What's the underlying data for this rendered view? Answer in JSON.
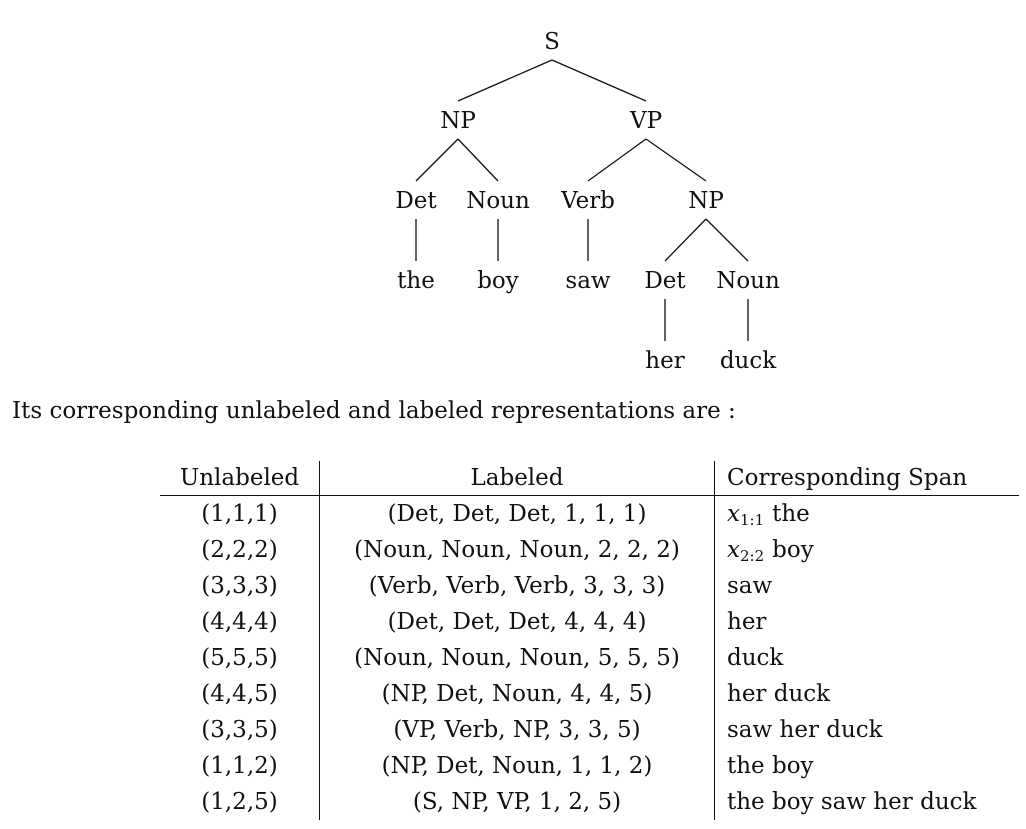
{
  "tree": {
    "nodes": [
      {
        "id": "s",
        "label": "S"
      },
      {
        "id": "np1",
        "label": "NP"
      },
      {
        "id": "vp",
        "label": "VP"
      },
      {
        "id": "det1",
        "label": "Det"
      },
      {
        "id": "noun1",
        "label": "Noun"
      },
      {
        "id": "verb",
        "label": "Verb"
      },
      {
        "id": "np2",
        "label": "NP"
      },
      {
        "id": "w-the",
        "label": "the"
      },
      {
        "id": "w-boy",
        "label": "boy"
      },
      {
        "id": "w-saw",
        "label": "saw"
      },
      {
        "id": "det2",
        "label": "Det"
      },
      {
        "id": "noun2",
        "label": "Noun"
      },
      {
        "id": "w-her",
        "label": "her"
      },
      {
        "id": "w-duck",
        "label": "duck"
      }
    ],
    "edges": [
      [
        "s",
        "np1"
      ],
      [
        "s",
        "vp"
      ],
      [
        "np1",
        "det1"
      ],
      [
        "np1",
        "noun1"
      ],
      [
        "vp",
        "verb"
      ],
      [
        "vp",
        "np2"
      ],
      [
        "det1",
        "w-the"
      ],
      [
        "noun1",
        "w-boy"
      ],
      [
        "verb",
        "w-saw"
      ],
      [
        "np2",
        "det2"
      ],
      [
        "np2",
        "noun2"
      ],
      [
        "det2",
        "w-her"
      ],
      [
        "noun2",
        "w-duck"
      ]
    ]
  },
  "intro_text": "Its corresponding unlabeled and labeled representations are :",
  "table": {
    "headers": [
      "Unlabeled",
      "Labeled",
      "Corresponding Span"
    ],
    "rows": [
      {
        "unlabeled": "(1,1,1)",
        "labeled": "(Det, Det, Det, 1, 1, 1)",
        "span_var": "x",
        "span_sub": "1:1",
        "span": "the"
      },
      {
        "unlabeled": "(2,2,2)",
        "labeled": "(Noun, Noun, Noun, 2, 2, 2)",
        "span_var": "x",
        "span_sub": "2:2",
        "span": "boy"
      },
      {
        "unlabeled": "(3,3,3)",
        "labeled": "(Verb, Verb, Verb, 3, 3, 3)",
        "span": "saw"
      },
      {
        "unlabeled": "(4,4,4)",
        "labeled": "(Det, Det, Det, 4, 4, 4)",
        "span": "her"
      },
      {
        "unlabeled": "(5,5,5)",
        "labeled": "(Noun, Noun, Noun, 5, 5, 5)",
        "span": "duck"
      },
      {
        "unlabeled": "(4,4,5)",
        "labeled": "(NP, Det, Noun, 4, 4, 5)",
        "span": "her duck"
      },
      {
        "unlabeled": "(3,3,5)",
        "labeled": "(VP, Verb, NP, 3, 3, 5)",
        "span": "saw her duck"
      },
      {
        "unlabeled": "(1,1,2)",
        "labeled": "(NP, Det, Noun, 1, 1, 2)",
        "span": "the boy"
      },
      {
        "unlabeled": "(1,2,5)",
        "labeled": "(S, NP, VP, 1, 2, 5)",
        "span": "the boy saw her duck"
      }
    ]
  }
}
